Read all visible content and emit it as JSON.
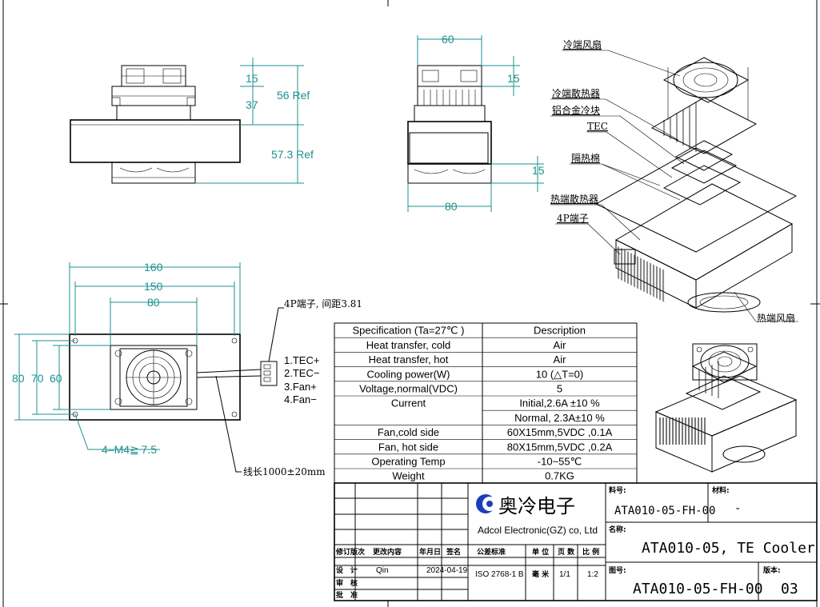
{
  "dimensions": {
    "side_15": "15",
    "side_37": "37",
    "side_56ref": "56  Ref",
    "side_573ref": "57.3  Ref",
    "end_60": "60",
    "end_15top": "15",
    "end_15bot": "15",
    "end_80": "80",
    "top_160": "160",
    "top_150": "150",
    "top_80": "80",
    "top_80v": "80",
    "top_70v": "70",
    "top_60v": "60",
    "holes": "4–M4≧ 7.5"
  },
  "wire": {
    "terminal_note": "4P端子, 间距3.81",
    "pins": [
      "1.TEC+",
      "2.TEC−",
      "3.Fan+",
      "4.Fan−"
    ],
    "length_note": "线长1000±20mm"
  },
  "exploded_labels": [
    "冷端风扇",
    "冷端散热器",
    "铝合金冷块",
    "TEC",
    "隔热棉",
    "热端散热器",
    "4P端子",
    "热端风扇"
  ],
  "spec_table": {
    "header": [
      "Specification (Ta=27℃ )",
      "Description"
    ],
    "rows": [
      [
        "Heat transfer, cold",
        "Air"
      ],
      [
        "Heat transfer, hot",
        "Air"
      ],
      [
        "Cooling power(W)",
        "10 (△T=0)"
      ],
      [
        "Voltage,normal(VDC)",
        "5"
      ],
      [
        "Current",
        "Initial,2.6A ±10 %"
      ],
      [
        "",
        "Normal, 2.3A±10 %"
      ],
      [
        "Fan,cold side",
        "60X15mm,5VDC ,0.1A"
      ],
      [
        "Fan, hot side",
        "80X15mm,5VDC ,0.2A"
      ],
      [
        "Operating Temp",
        "-10~55℃"
      ],
      [
        "Weight",
        "0.7KG"
      ]
    ]
  },
  "title_block": {
    "company_cn": "奥冷电子",
    "company_en": "Adcol Electronic(GZ) co, Ltd",
    "part_no_label": "料号:",
    "part_no": "ATA010-05-FH-00",
    "material_label": "材料:",
    "material": "-",
    "name_label": "名称:",
    "name": "ATA010-05, TE Cooler",
    "drawing_no_label": "图号:",
    "drawing_no": "ATA010-05-FH-00",
    "version_label": "版本:",
    "version": "03",
    "rev_headers": [
      "修订版次",
      "更改内容",
      "年月日",
      "签名"
    ],
    "designer_label": "设　计",
    "designer": "Qin",
    "design_date": "2024-04-19",
    "review_label": "审　核",
    "approve_label": "批　准",
    "tolerance_label": "公差标准",
    "tolerance": "ISO 2768-1 B",
    "unit_label": "单 位",
    "unit": "毫 米",
    "page_label": "页 数",
    "page": "1/1",
    "scale_label": "比 例",
    "scale": "1:2"
  }
}
